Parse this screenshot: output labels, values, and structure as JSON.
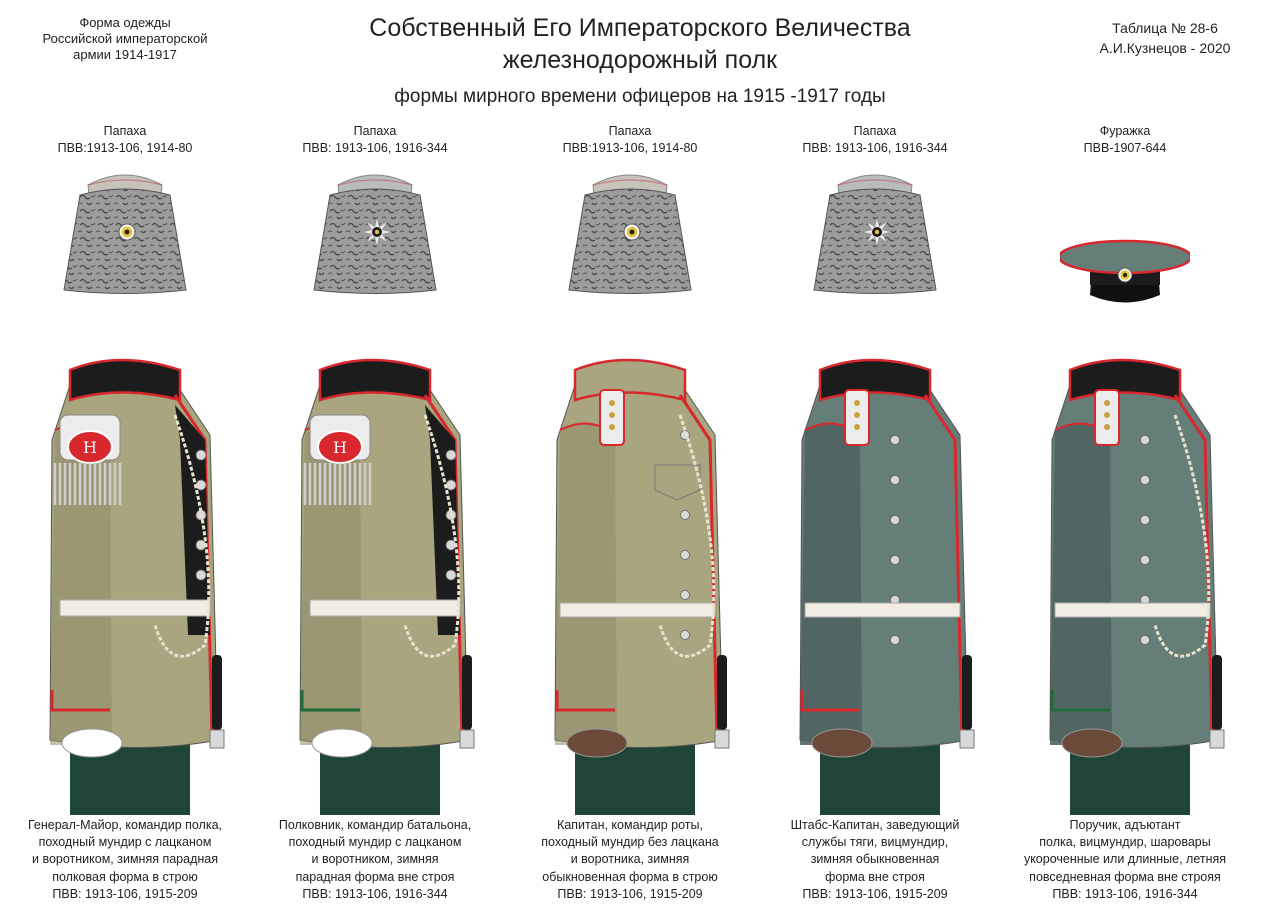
{
  "header": {
    "series": [
      "Форма одежды",
      "Российской императорской",
      "армии  1914-1917"
    ],
    "table": [
      "Таблица №  28-6",
      "А.И.Кузнецов - 2020"
    ],
    "title": [
      "Собственный Его Императорского Величества",
      "железнодорожный полк"
    ],
    "subtitle": "формы мирного времени офицеров на 1915 -1917 годы"
  },
  "colors": {
    "khaki": "#a8a57f",
    "khaki_dark": "#8f8c68",
    "grey_green": "#667e78",
    "grey_green_dark": "#4f645f",
    "trouser": "#1f4536",
    "red_piping": "#d9272e",
    "black": "#1c1c1c",
    "astrakhan": "#9a9a9a",
    "hat_top": "#c6c3bb",
    "hat_top_grey": "#b9bcbd"
  },
  "columns": [
    {
      "hat": {
        "label": [
          "Папаха",
          "ПВВ:1913-106, 1914-80"
        ],
        "type": "papakha",
        "badge": "cockade-icon"
      },
      "uniform": "khaki-general",
      "caption": [
        "Генерал-Майор, командир полка,",
        "походный мундир с лацканом",
        "и воротником, зимняя парадная",
        "полковая форма в строю",
        "ПВВ: 1913-106, 1915-209"
      ]
    },
    {
      "hat": {
        "label": [
          "Папаха",
          "ПВВ: 1913-106, 1916-344"
        ],
        "type": "papakha",
        "badge": "star-badge-icon"
      },
      "uniform": "khaki-colonel",
      "caption": [
        "Полковник, командир батальона,",
        "походный мундир с лацканом",
        "и воротником, зимняя",
        "парадная форма вне строя",
        "ПВВ: 1913-106, 1916-344"
      ]
    },
    {
      "hat": {
        "label": [
          "Папаха",
          "ПВВ:1913-106, 1914-80"
        ],
        "type": "papakha",
        "badge": "cockade-icon"
      },
      "uniform": "khaki-captain",
      "caption": [
        "Капитан, командир роты,",
        "походный мундир без лацкана",
        "и воротника, зимняя",
        "обыкновенная форма в строю",
        "ПВВ: 1913-106, 1915-209"
      ]
    },
    {
      "hat": {
        "label": [
          "Папаха",
          "ПВВ: 1913-106, 1916-344"
        ],
        "type": "papakha",
        "badge": "star-badge-icon"
      },
      "uniform": "grey-staff-captain",
      "caption": [
        "Штабс-Капитан, заведующий",
        "службы тяги, вицмундир,",
        "зимняя обыкновенная",
        "форма вне строя",
        "ПВВ: 1913-106, 1915-209"
      ]
    },
    {
      "hat": {
        "label": [
          "Фуражка",
          "ПВВ-1907-644"
        ],
        "type": "peaked-cap",
        "badge": "cockade-icon"
      },
      "uniform": "grey-lieutenant",
      "caption": [
        "Поручик, адъютант",
        "полка, вицмундир, шаровары",
        "укороченные или длинные, летняя",
        "повседневная форма вне строяя",
        "ПВВ: 1913-106, 1916-344"
      ]
    }
  ]
}
